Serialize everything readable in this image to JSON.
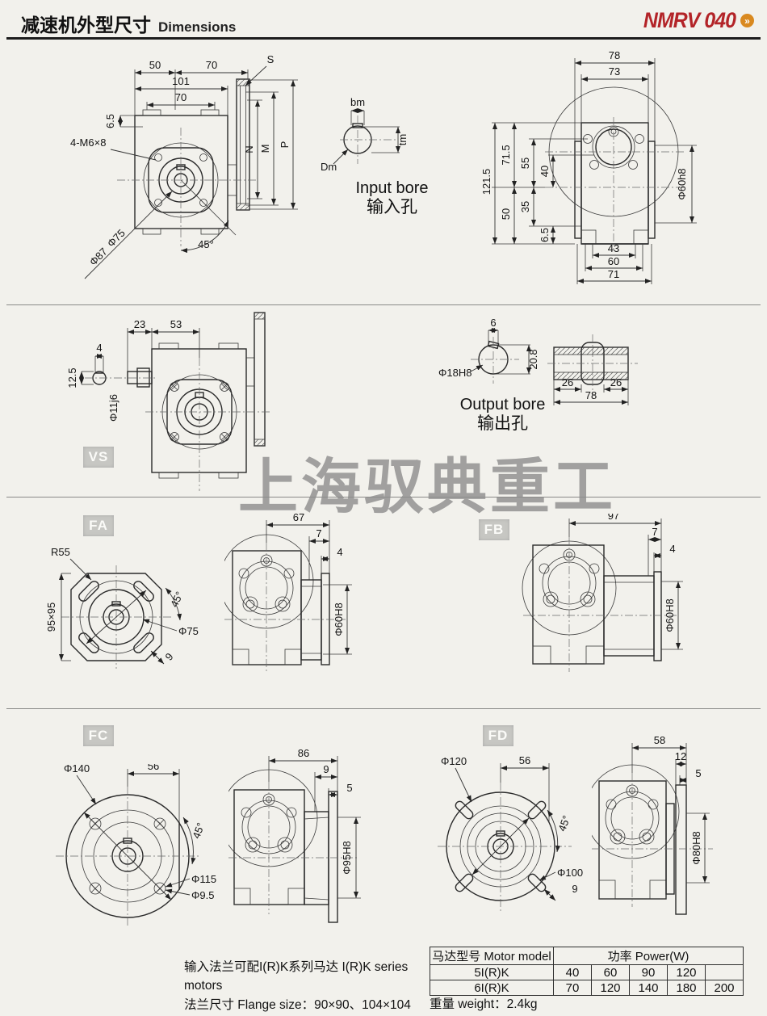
{
  "header": {
    "title_zh": "减速机外型尺寸",
    "title_en": "Dimensions",
    "model": "NMRV 040",
    "arrow_glyph": "»",
    "accent_red": "#b32428",
    "accent_orange": "#d9891f"
  },
  "watermark": "上海驭典重工",
  "top": {
    "side": {
      "d50": "50",
      "d70a": "70",
      "d101": "101",
      "d70b": "70",
      "d65": "6.5",
      "bolt": "4-M6×8",
      "phi75": "Φ75",
      "phi87": "Φ87",
      "ang": "45°",
      "s": "S",
      "n": "N",
      "m": "M",
      "p": "P"
    },
    "bore_in": {
      "bm": "bm",
      "dm": "Dm",
      "tm": "tm",
      "en": "Input bore",
      "zh": "输入孔"
    },
    "front": {
      "d78": "78",
      "d73": "73",
      "d1215": "121.5",
      "d715": "71.5",
      "d55": "55",
      "d40": "40",
      "d50": "50",
      "d35": "35",
      "d65": "6.5",
      "phi60": "Φ60h8",
      "d43": "43",
      "d60": "60",
      "d71": "71"
    }
  },
  "vs": {
    "label": "VS",
    "d23": "23",
    "d53": "53",
    "d4": "4",
    "d125": "12.5",
    "phi11": "Φ11j6"
  },
  "bore_out": {
    "d6": "6",
    "phi18": "Φ18H8",
    "d208": "20.8",
    "en": "Output bore",
    "zh": "输出孔"
  },
  "shaft": {
    "d26a": "26",
    "d26b": "26",
    "d78": "78"
  },
  "fa": {
    "label": "FA",
    "r55": "R55",
    "sq": "95×95",
    "ang": "45°",
    "phi75": "Φ75",
    "d9": "9",
    "d67": "67",
    "d7": "7",
    "d4": "4",
    "phi60": "Φ60H8"
  },
  "fb": {
    "label": "FB",
    "d97": "97",
    "d7": "7",
    "d4": "4",
    "phi60": "Φ60H8"
  },
  "fc": {
    "label": "FC",
    "phi140": "Φ140",
    "d56": "56",
    "ang": "45°",
    "phi115": "Φ115",
    "phi95": "Φ9.5",
    "d86": "86",
    "d9": "9",
    "d5": "5",
    "phi95h8": "Φ95H8"
  },
  "fd": {
    "label": "FD",
    "phi120": "Φ120",
    "d56": "56",
    "ang": "45°",
    "phi100": "Φ100",
    "d9": "9",
    "d58": "58",
    "d12": "12",
    "d5": "5",
    "phi80": "Φ80H8"
  },
  "footer": {
    "note1": "输入法兰可配I(R)K系列马达  I(R)K series motors",
    "note2": "法兰尺寸 Flange size：90×90、104×104",
    "weight": "重量 weight：2.4kg",
    "table": {
      "h_model": "马达型号 Motor model",
      "h_power": "功率 Power(W)",
      "rows": [
        {
          "model": "5I(R)K",
          "p": [
            "40",
            "60",
            "90",
            "120",
            ""
          ]
        },
        {
          "model": "6I(R)K",
          "p": [
            "70",
            "120",
            "140",
            "180",
            "200"
          ]
        }
      ]
    }
  }
}
